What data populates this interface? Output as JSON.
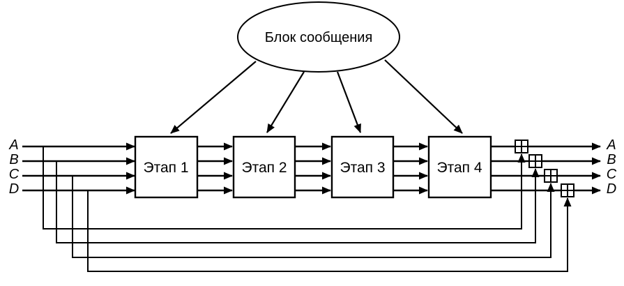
{
  "diagram": {
    "message_block": {
      "label": "Блок сообщения",
      "shape": "ellipse"
    },
    "stages": [
      {
        "label": "Этап 1"
      },
      {
        "label": "Этап 2"
      },
      {
        "label": "Этап 3"
      },
      {
        "label": "Этап 4"
      }
    ],
    "inputs": [
      {
        "label": "A"
      },
      {
        "label": "B"
      },
      {
        "label": "C"
      },
      {
        "label": "D"
      }
    ],
    "outputs": [
      {
        "label": "A"
      },
      {
        "label": "B"
      },
      {
        "label": "C"
      },
      {
        "label": "D"
      }
    ],
    "adder_symbol": "boxed-plus",
    "colors": {
      "stroke": "#000000",
      "background": "#ffffff"
    }
  }
}
